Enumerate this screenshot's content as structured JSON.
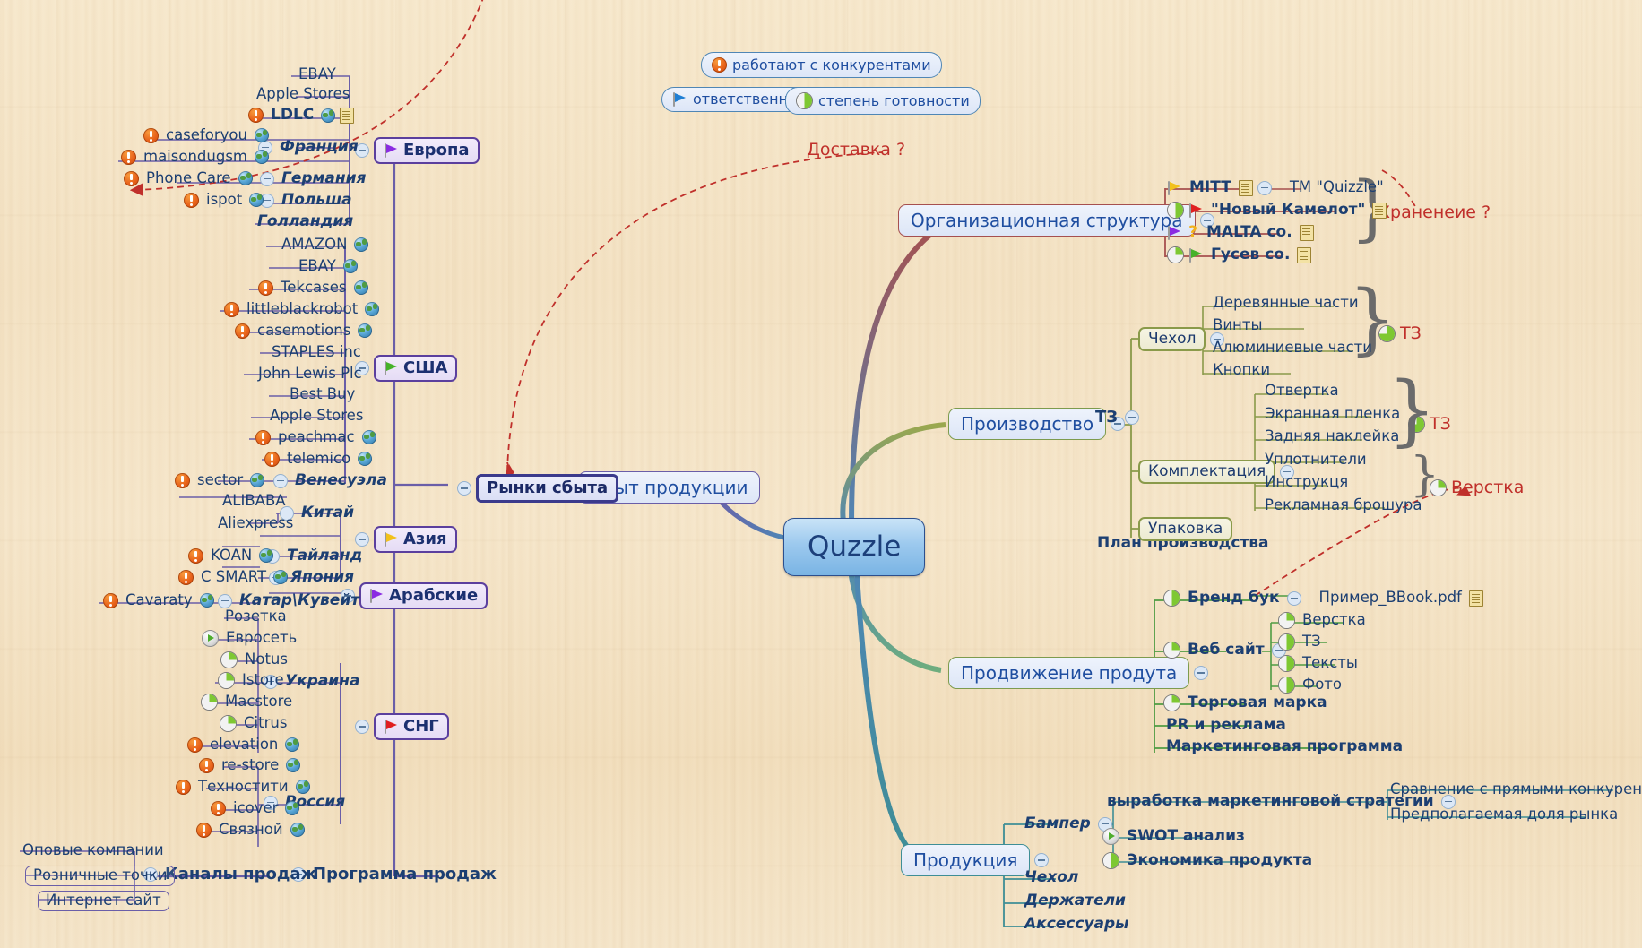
{
  "title": "Quzzle mind map",
  "central": {
    "label": "Quzzle"
  },
  "legend": [
    {
      "label": "работают с конкурентами",
      "icon": "exclamation-icon"
    },
    {
      "label": "ответственность",
      "icon": "blue-flag-icon"
    },
    {
      "label": "степень готовности",
      "icon": "pie-progress-icon"
    }
  ],
  "annotations": {
    "delivery": "Доставка ?",
    "storage": "Храненеие ?",
    "tz_case": "ТЗ",
    "tz_kit": "ТЗ",
    "layout": "Верстка"
  },
  "left": {
    "sbyt": "Сбыт продукции",
    "markets": "Рынки сбыта",
    "sales_program": "Программа продаж",
    "sales_channels": "Каналы продаж",
    "channels": [
      "Оповые компании",
      "Розничные точки",
      "Интернет сайт"
    ],
    "regions": [
      {
        "label": "Европа",
        "icon": "purple-flag-icon",
        "countries": [
          {
            "label": "Франция",
            "items": [
              {
                "label": "EBAY"
              },
              {
                "label": "Apple Stores"
              },
              {
                "label": "LDLC",
                "bold": true,
                "icons": [
                  "exclamation-icon",
                  "globe-icon",
                  "note-icon"
                ]
              },
              {
                "label": "caseforyou",
                "icons": [
                  "exclamation-icon",
                  "globe-icon"
                ]
              },
              {
                "label": "maisondugsm",
                "icons": [
                  "exclamation-icon",
                  "globe-icon"
                ]
              }
            ]
          },
          {
            "label": "Германия",
            "items": [
              {
                "label": "Phone Care",
                "icons": [
                  "exclamation-icon",
                  "globe-icon"
                ]
              }
            ]
          },
          {
            "label": "Польша",
            "items": [
              {
                "label": "ispot",
                "icons": [
                  "exclamation-icon",
                  "globe-icon"
                ]
              }
            ]
          },
          {
            "label": "Голландия",
            "items": []
          }
        ]
      },
      {
        "label": "США",
        "icon": "green-flag-icon",
        "countries": [],
        "items": [
          {
            "label": "AMAZON",
            "icons": [
              "globe-icon"
            ]
          },
          {
            "label": "EBAY",
            "icons": [
              "globe-icon"
            ]
          },
          {
            "label": "Tekcases",
            "icons": [
              "exclamation-icon",
              "globe-icon"
            ]
          },
          {
            "label": "littleblackrobot",
            "icons": [
              "exclamation-icon",
              "globe-icon"
            ]
          },
          {
            "label": "casemotions",
            "icons": [
              "exclamation-icon",
              "globe-icon"
            ]
          },
          {
            "label": "STAPLES inc"
          },
          {
            "label": "John Lewis Plc"
          },
          {
            "label": "Best Buy"
          },
          {
            "label": "Apple Stores"
          },
          {
            "label": "peachmac",
            "icons": [
              "exclamation-icon",
              "globe-icon"
            ]
          },
          {
            "label": "telemico",
            "icons": [
              "exclamation-icon",
              "globe-icon"
            ]
          }
        ],
        "extra_country": {
          "label": "Венесуэла",
          "items": [
            {
              "label": "sector",
              "icons": [
                "exclamation-icon",
                "globe-icon"
              ]
            }
          ]
        }
      },
      {
        "label": "Азия",
        "icon": "yellow-flag-icon",
        "countries": [
          {
            "label": "Китай",
            "items": [
              {
                "label": "ALIBABA"
              },
              {
                "label": "Aliexpress"
              }
            ]
          },
          {
            "label": "Тайланд",
            "items": [
              {
                "label": "KOAN",
                "icons": [
                  "exclamation-icon",
                  "globe-icon"
                ]
              }
            ]
          },
          {
            "label": "Япония",
            "items": [
              {
                "label": "C SMART",
                "icons": [
                  "exclamation-icon",
                  "globe-icon"
                ]
              }
            ]
          }
        ]
      },
      {
        "label": "Арабские",
        "icon": "purple-flag-icon",
        "countries": [
          {
            "label": "Катар\\Кувейт",
            "items": [
              {
                "label": "Cavaraty",
                "icons": [
                  "exclamation-icon",
                  "globe-icon"
                ]
              }
            ]
          }
        ]
      },
      {
        "label": "СНГ",
        "icon": "red-flag-icon",
        "countries": [
          {
            "label": "Украина",
            "items": [
              {
                "label": "Розетка"
              },
              {
                "label": "Евросеть",
                "icons": [
                  "play-icon"
                ]
              },
              {
                "label": "Notus",
                "icons": [
                  "pie25-icon"
                ]
              },
              {
                "label": "Istore",
                "icons": [
                  "pie25-icon"
                ]
              },
              {
                "label": "Macstore",
                "icons": [
                  "pie25-icon"
                ]
              },
              {
                "label": "Citrus",
                "icons": [
                  "pie25-icon"
                ]
              },
              {
                "label": "elevation",
                "icons": [
                  "exclamation-icon",
                  "globe-icon"
                ]
              }
            ]
          },
          {
            "label": "Россия",
            "items": [
              {
                "label": "re-store",
                "icons": [
                  "exclamation-icon",
                  "globe-icon"
                ]
              },
              {
                "label": "Техностити",
                "icons": [
                  "exclamation-icon",
                  "globe-icon"
                ]
              },
              {
                "label": "icover",
                "icons": [
                  "exclamation-icon",
                  "globe-icon"
                ]
              },
              {
                "label": "Связной",
                "icons": [
                  "exclamation-icon",
                  "globe-icon"
                ]
              }
            ]
          }
        ]
      }
    ]
  },
  "right": {
    "org": {
      "label": "Организационная структура",
      "children": [
        {
          "label": "MITT",
          "icons": [
            "yellow-flag-icon",
            "note-icon"
          ],
          "child": "ТМ \"Quizzle\""
        },
        {
          "label": "\"Новый Камелот\"",
          "icons": [
            "pie50-icon",
            "red-flag-icon",
            "note-icon"
          ]
        },
        {
          "label": "MALTA co.",
          "icons": [
            "purple-flag-icon",
            "question-icon",
            "note-icon"
          ]
        },
        {
          "label": "Гусев co.",
          "icons": [
            "pie25-icon",
            "green-flag-icon",
            "note-icon"
          ]
        }
      ]
    },
    "production": {
      "label": "Производство",
      "tz": "ТЗ",
      "plan": "План производства",
      "groups": [
        {
          "label": "Чехол",
          "items": [
            "Деревянные части",
            "Винты",
            "Алюминиевые части",
            "Кнопки"
          ]
        },
        {
          "label": "Комплектация",
          "items": [
            "Отвертка",
            "Экранная пленка",
            "Задняя наклейка",
            "Уплотнители",
            "Инструкця",
            "Рекламная брошура"
          ]
        },
        {
          "label": "Упаковка",
          "items": []
        }
      ]
    },
    "promotion": {
      "label": "Продвижение продута",
      "items": [
        {
          "label": "Бренд бук",
          "icons": [
            "pie50-icon"
          ],
          "child": {
            "label": "Пример_BBook.pdf",
            "icons": [
              "note-icon"
            ]
          }
        },
        {
          "label": "Веб сайт",
          "icons": [
            "pie25-icon"
          ],
          "children": [
            {
              "label": "Верстка",
              "icons": [
                "pie25-icon"
              ]
            },
            {
              "label": "ТЗ",
              "icons": [
                "pie50-icon"
              ]
            },
            {
              "label": "Тексты",
              "icons": [
                "pie50-icon"
              ]
            },
            {
              "label": "Фото",
              "icons": [
                "pie50-icon"
              ]
            }
          ]
        },
        {
          "label": "Торговая марка",
          "icons": [
            "pie25-icon"
          ]
        },
        {
          "label": "PR и реклама"
        },
        {
          "label": "Маркетинговая программа"
        }
      ]
    },
    "products": {
      "label": "Продукция",
      "items": [
        {
          "label": "Бампер",
          "children": [
            {
              "label": "выработка маркетинговой стратегии",
              "children": [
                "Сравнение с прямыми конкурентами",
                "Предполагаемая доля рынка"
              ]
            },
            {
              "label": "SWOT анализ",
              "icons": [
                "play-icon"
              ]
            },
            {
              "label": "Экономика продукта",
              "icons": [
                "pie50-icon"
              ]
            }
          ]
        },
        {
          "label": "Чехол"
        },
        {
          "label": "Держатели"
        },
        {
          "label": "Аксессуары"
        }
      ]
    }
  }
}
